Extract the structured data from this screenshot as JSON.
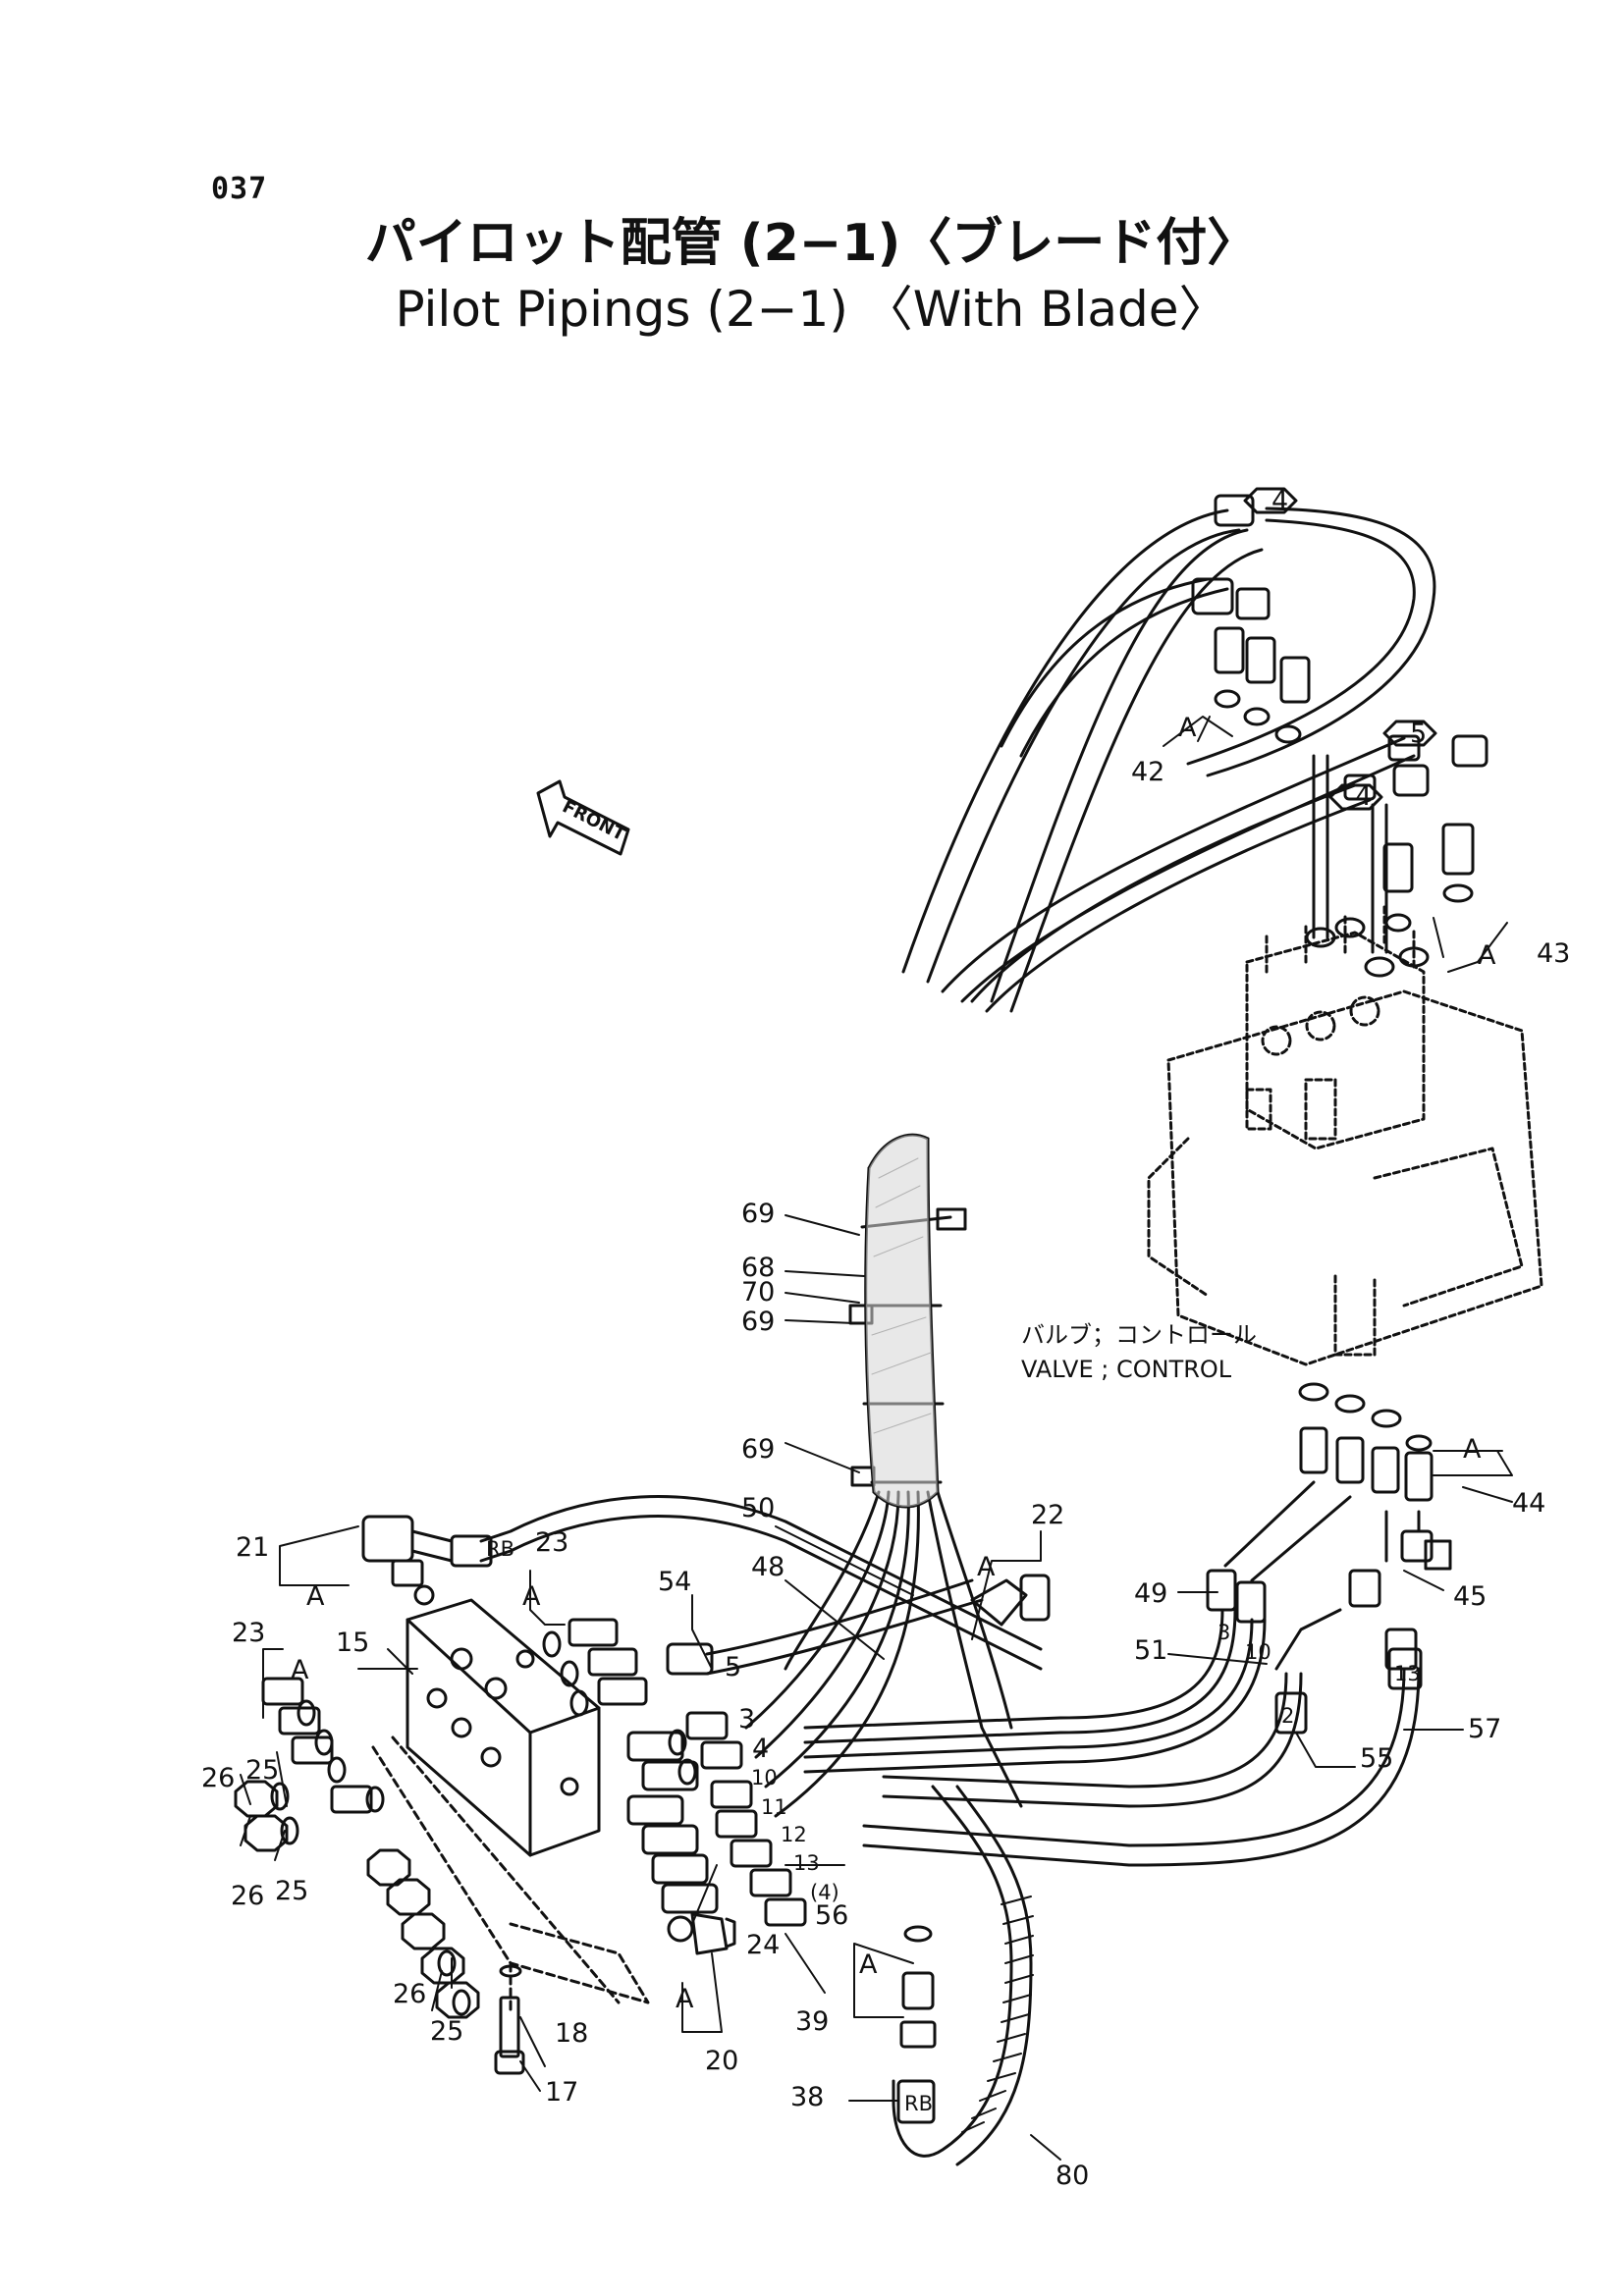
{
  "page_number": "037",
  "title_jp": "パイロット配管 (2−1)〈ブレード付〉",
  "title_en": "Pilot Pipings (2−1) 〈With Blade〉",
  "front_label": "FRONT",
  "valve_label_jp": "バルブ；コントロール",
  "valve_label_en": "VALVE ; CONTROL",
  "ref_letter": "A",
  "callouts": {
    "c4a": "4",
    "c5": "5",
    "c4b": "4",
    "c42": "42",
    "c43": "43",
    "c44": "44",
    "c45": "45",
    "c69a": "69",
    "c70": "70",
    "c68": "68",
    "c69b": "69",
    "c69c": "69",
    "c50": "50",
    "c48": "48",
    "c22": "22",
    "c21": "21",
    "c23a": "23",
    "c54": "54",
    "c49": "49",
    "c51": "51",
    "c23b": "23",
    "c15": "15",
    "c3a": "3",
    "c4c": "4",
    "c10a": "10",
    "c11": "11",
    "c12": "12",
    "c13a": "13",
    "c4d": "(4)",
    "c3b": "3",
    "c10b": "10",
    "c2": "2",
    "c13b": "13",
    "c55": "55",
    "c57": "57",
    "c26a": "26",
    "c25a": "25",
    "c26b": "26",
    "c25b": "25",
    "c24": "24",
    "c56": "56",
    "c26c": "26",
    "c25c": "25",
    "c18": "18",
    "c17": "17",
    "c20": "20",
    "c39": "39",
    "c38": "38",
    "c80": "80",
    "rb1": "RB",
    "rb2": "RB",
    "c5b": "5"
  }
}
